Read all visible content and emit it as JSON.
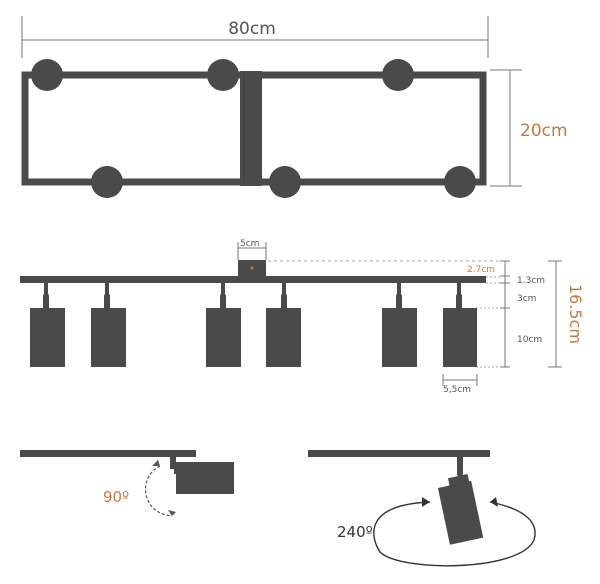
{
  "colors": {
    "fixture": "#4a4a4a",
    "fixture_dark": "#3c3c3c",
    "accent": "#c8783a",
    "guide": "#555555"
  },
  "top_view": {
    "width_label": "80cm",
    "depth_label": "20cm"
  },
  "side_view": {
    "mount_width_label": "5cm",
    "mount_height_label": "2.7cm",
    "total_height_label": "16.5cm",
    "rail_label": "1.3cm",
    "stem_label": "3cm",
    "lamp_height_label": "10cm",
    "lamp_diameter_label": "5,5cm"
  },
  "rotation": {
    "tilt_label": "90º",
    "swivel_label": "240º"
  }
}
